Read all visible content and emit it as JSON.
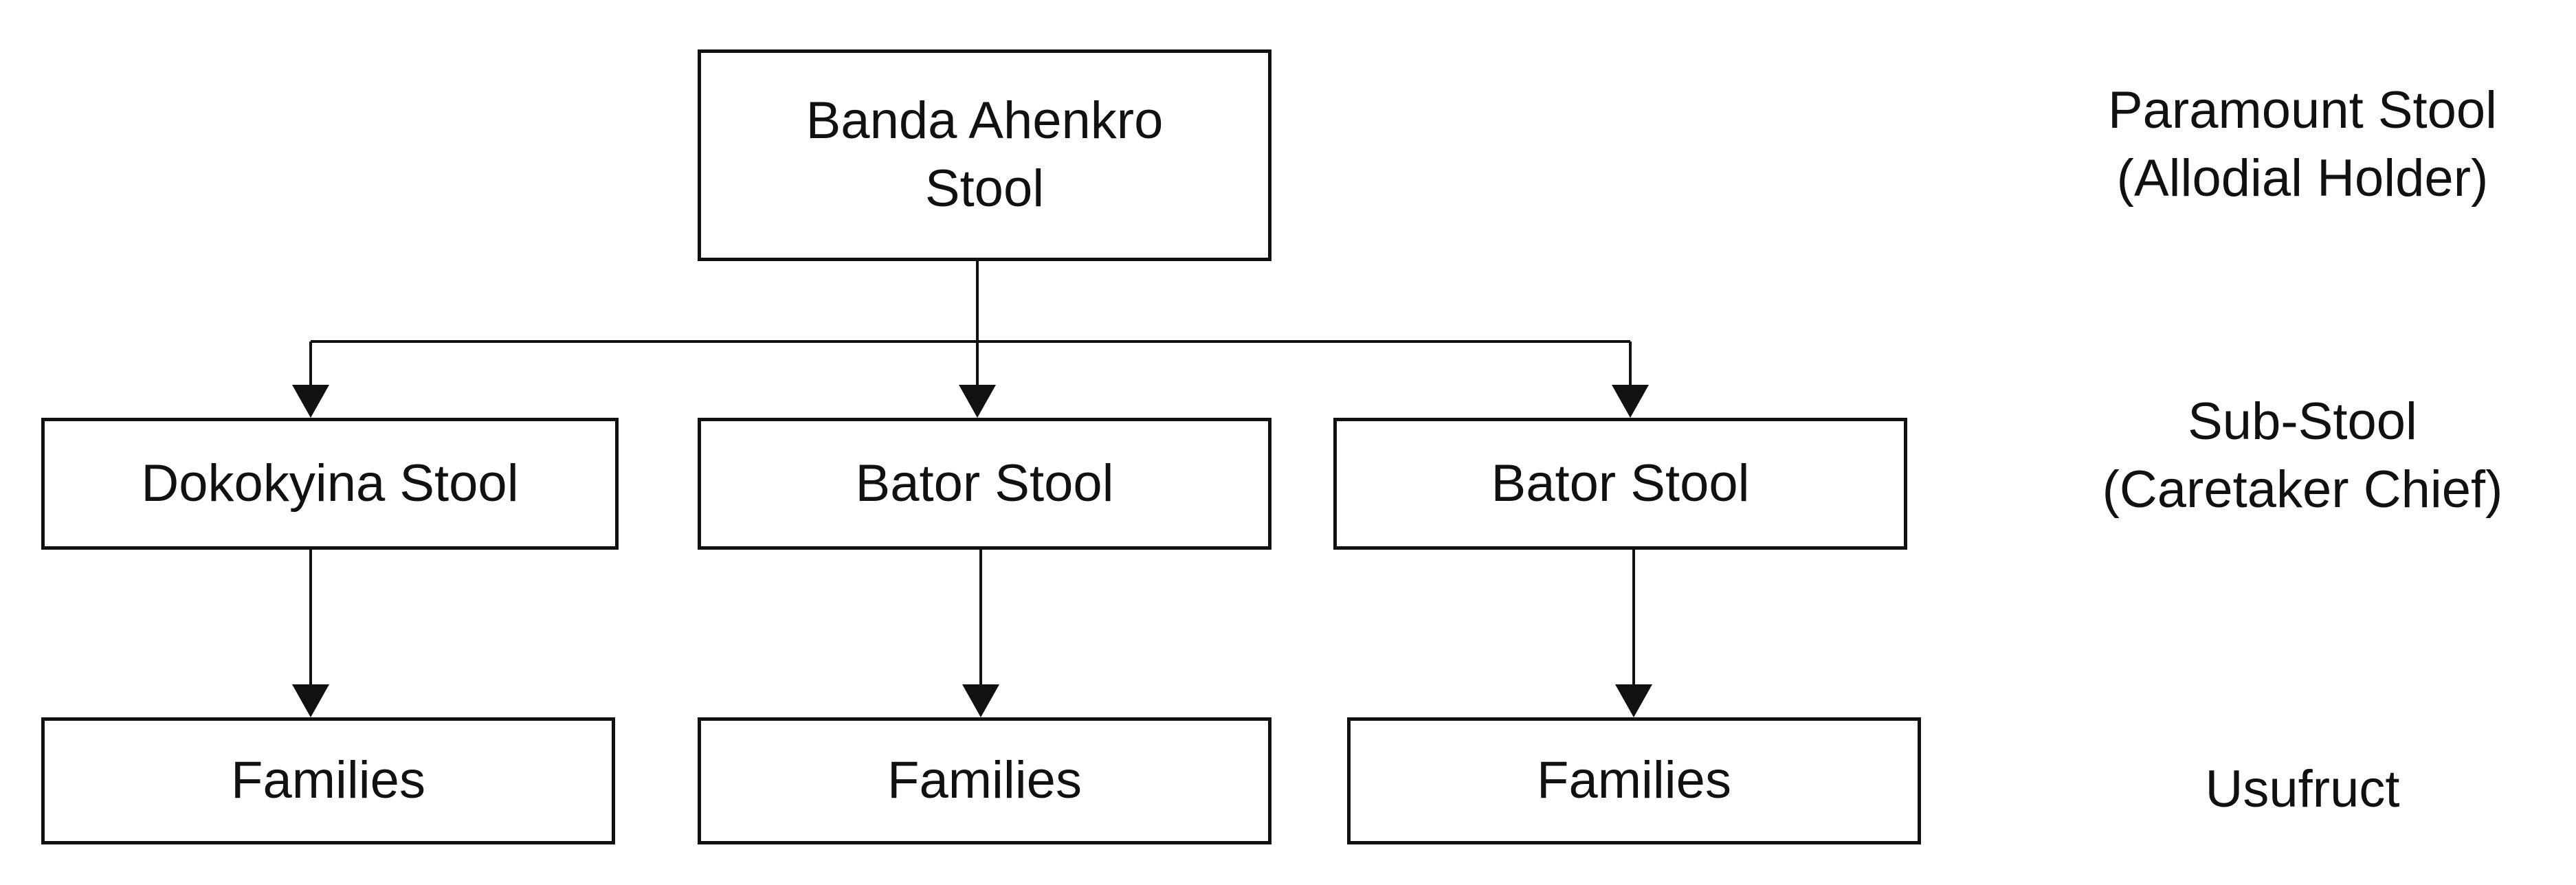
{
  "nodes": {
    "root": {
      "label": "Banda Ahenkro\nStool"
    },
    "sub_1": {
      "label": "Dokokyina Stool"
    },
    "sub_2": {
      "label": "Bator Stool"
    },
    "sub_3": {
      "label": "Bator Stool"
    },
    "family_1": {
      "label": "Families"
    },
    "family_2": {
      "label": "Families"
    },
    "family_3": {
      "label": "Families"
    }
  },
  "levels": {
    "paramount": "Paramount Stool\n(Allodial Holder)",
    "sub": "Sub-Stool\n(Caretaker Chief)",
    "usufruct": "Usufruct"
  },
  "edges": [
    {
      "from": "root",
      "to": "sub_1"
    },
    {
      "from": "root",
      "to": "sub_2"
    },
    {
      "from": "root",
      "to": "sub_3"
    },
    {
      "from": "sub_1",
      "to": "family_1"
    },
    {
      "from": "sub_2",
      "to": "family_2"
    },
    {
      "from": "sub_3",
      "to": "family_3"
    }
  ]
}
